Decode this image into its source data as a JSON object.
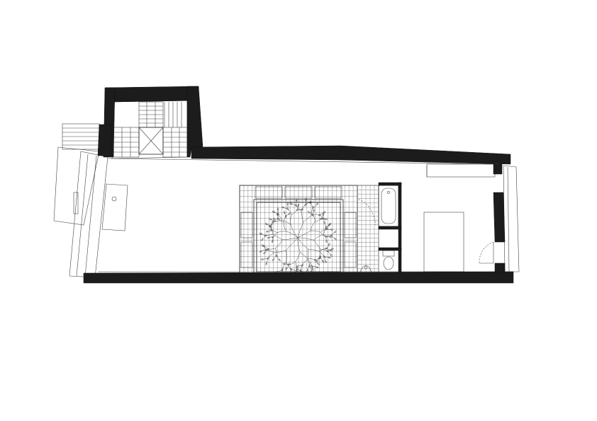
{
  "drawing": {
    "kind": "architectural floor plan",
    "rooms": [
      {
        "id": "stair-hall",
        "label": ""
      },
      {
        "id": "open-living",
        "label": ""
      },
      {
        "id": "courtyard-garden",
        "label": ""
      },
      {
        "id": "bathroom",
        "label": ""
      },
      {
        "id": "bedroom",
        "label": ""
      }
    ],
    "grid": {
      "columns": 14,
      "rows": 14
    },
    "colors": {
      "wall": "#1c1c1c",
      "line": "#444444",
      "background": "#ffffff"
    }
  }
}
